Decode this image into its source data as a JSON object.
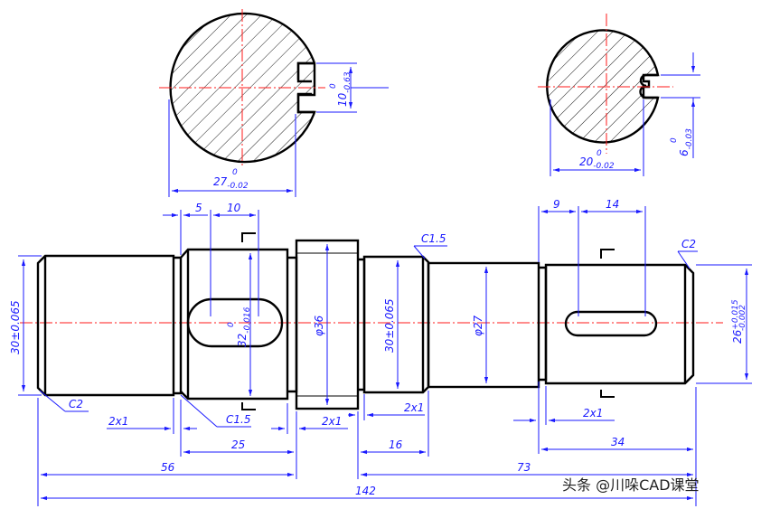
{
  "section_views": {
    "left": {
      "diameter": "27",
      "diameter_tol": "-0.02",
      "diameter_tol_upper": "0",
      "keyway_depth": "10",
      "keyway_tol": "-0.63",
      "keyway_tol_upper": "0"
    },
    "right": {
      "diameter": "20",
      "diameter_tol": "-0.02",
      "diameter_tol_upper": "0",
      "keyway_width": "6",
      "keyway_tol": "-0.03",
      "keyway_tol_upper": "0"
    }
  },
  "shaft": {
    "chamfer_left": "C2",
    "chamfer_right": "C2",
    "chamfer_mid": "C1.5",
    "chamfer_top": "C1.5",
    "dia_left": "30±0.065",
    "dia_key1": "32",
    "dia_key1_tol": "-0.016",
    "dia_key1_tol_upper": "0",
    "dia_collar": "φ36",
    "dia_mid": "30±0.065",
    "dia_neck": "φ27",
    "dia_right": "26",
    "dia_right_tol_upper": "+0.015",
    "dia_right_tol_lower": "-0.002",
    "groove_1": "2x1",
    "groove_2": "2x1",
    "groove_3": "2x1",
    "groove_4": "2x1",
    "len_5": "5",
    "len_10": "10",
    "len_25": "25",
    "len_56": "56",
    "len_16": "16",
    "len_73": "73",
    "len_9": "9",
    "len_14": "14",
    "len_34": "34",
    "len_total": "142"
  },
  "watermark": "头条 @川�castCAD课堂",
  "colors": {
    "object": "#000000",
    "dimension": "#1a1aff",
    "centerline": "#ff1a1a"
  }
}
